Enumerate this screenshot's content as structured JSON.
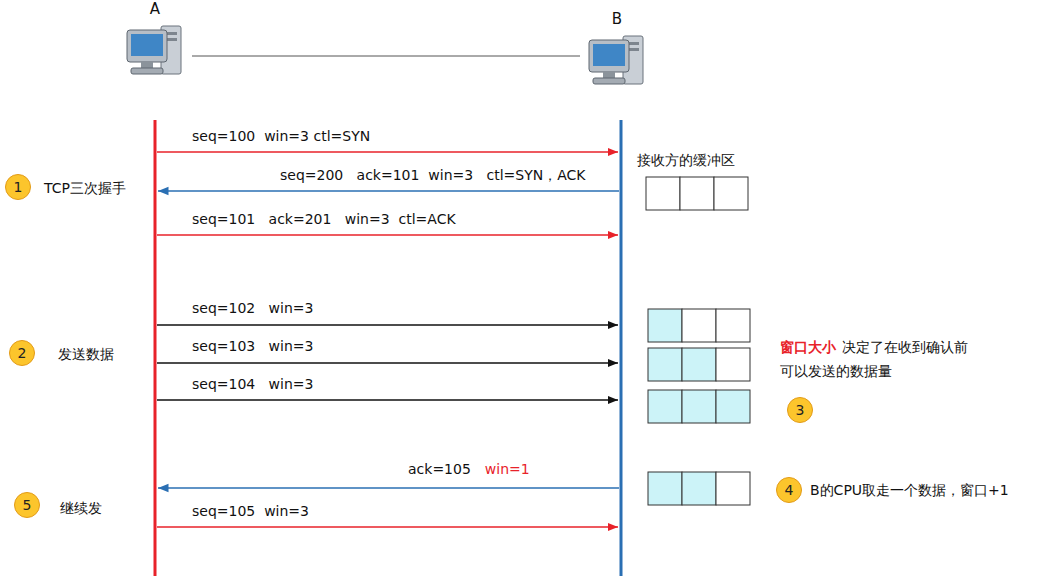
{
  "diagram": {
    "nodes": [
      {
        "text": [
          "A"
        ]
      },
      {
        "text": [
          "B"
        ]
      },
      {
        "text": [
          "1"
        ]
      },
      {
        "text": [
          "2"
        ]
      },
      {
        "text": [
          "3"
        ]
      },
      {
        "text": [
          "4"
        ]
      },
      {
        "text": [
          "5"
        ]
      }
    ],
    "edges": [
      {
        "from": 0,
        "to": 1,
        "arrow": "none"
      }
    ],
    "labels": [
      "seq=100  win=3 ctl=SYN",
      "接收方的缓冲区",
      "seq=200   ack=101  win=3   ctl=SYN，ACK",
      "TCP三次握手",
      "seq=101   ack=201   win=3  ctl=ACK",
      "seq=102   win=3",
      "窗口大小",
      "决定了在收到确认前",
      "发送数据",
      "seq=103   win=3",
      "可以发送的数据量",
      "seq=104   win=3",
      "ack=105",
      "win=1",
      "B的CPU取走一个数据，窗口+1",
      "继续发",
      "seq=105  win=3"
    ]
  }
}
